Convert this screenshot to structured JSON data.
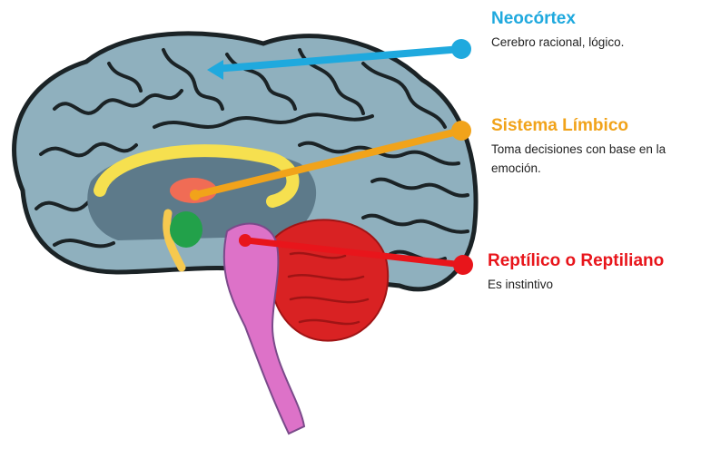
{
  "labels": {
    "neocortex": {
      "title": "Neocórtex",
      "description": "Cerebro racional, lógico.",
      "color": "#1fa9de"
    },
    "limbic": {
      "title": "Sistema Límbico",
      "description": "Toma decisiones con base en la emoción.",
      "color": "#f1a31a"
    },
    "reptilian": {
      "title": "Reptílico o Reptiliano",
      "description": "Es instintivo",
      "color": "#e8151b"
    }
  },
  "brain_colors": {
    "cortex": "#8fb0be",
    "cortex_outline": "#1b2326",
    "cerebellum": "#d92223",
    "brainstem": "#dd72c8",
    "limbic_arc": "#f6e04f",
    "amygdala": "#22a14a",
    "thalamus": "#f06c55"
  }
}
